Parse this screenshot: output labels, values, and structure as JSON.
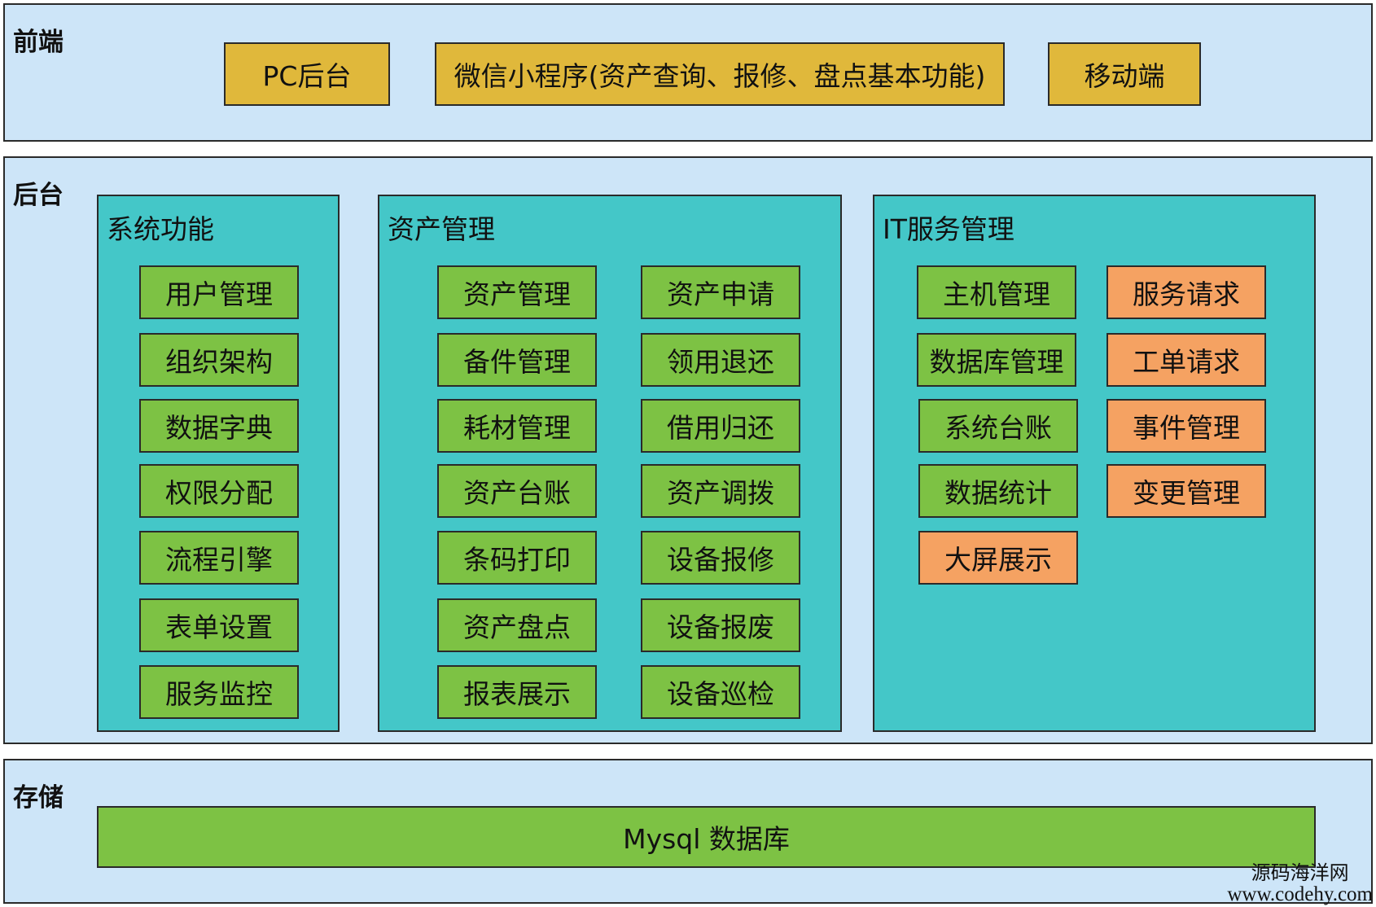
{
  "frontend": {
    "title": "前端",
    "items": [
      "PC后台",
      "微信小程序(资产查询、报修、盘点基本功能)",
      "移动端"
    ]
  },
  "backend": {
    "title": "后台",
    "system": {
      "title": "系统功能",
      "items": [
        "用户管理",
        "组织架构",
        "数据字典",
        "权限分配",
        "流程引擎",
        "表单设置",
        "服务监控"
      ]
    },
    "asset": {
      "title": "资产管理",
      "left": [
        "资产管理",
        "备件管理",
        "耗材管理",
        "资产台账",
        "条码打印",
        "资产盘点",
        "报表展示"
      ],
      "right": [
        "资产申请",
        "领用退还",
        "借用归还",
        "资产调拨",
        "设备报修",
        "设备报废",
        "设备巡检"
      ]
    },
    "it": {
      "title": "IT服务管理",
      "left": [
        "主机管理",
        "数据库管理",
        "系统台账",
        "数据统计",
        "大屏展示"
      ],
      "right": [
        "服务请求",
        "工单请求",
        "事件管理",
        "变更管理"
      ]
    }
  },
  "storage": {
    "title": "存储",
    "db": "Mysql 数据库"
  },
  "watermark": {
    "line1": "源码海洋网",
    "line2": "www.codehy.com"
  },
  "colors": {
    "layer_bg": "#cde5f8",
    "panel_bg": "#44c7c8",
    "green": "#7dc244",
    "orange": "#f5a262",
    "yellow": "#e0b83b"
  }
}
